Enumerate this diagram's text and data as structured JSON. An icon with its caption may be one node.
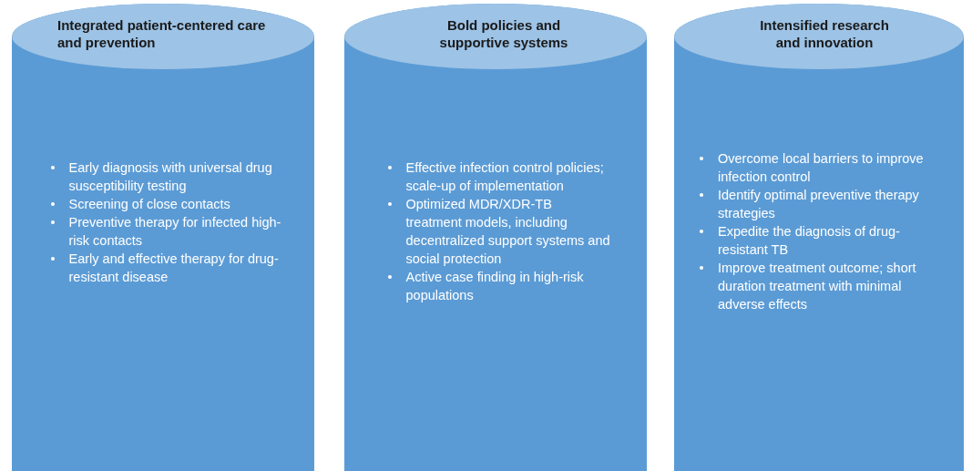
{
  "diagram": {
    "nodes": [
      {
        "text": [
          "Integrated patient-centered care and prevention",
          "Early diagnosis with universal drug susceptibility testing",
          "Screening of close contacts",
          "Preventive therapy for infected high-risk contacts",
          "Early and effective therapy for drug-resistant disease"
        ]
      },
      {
        "text": [
          "Bold policies and supportive systems",
          "Effective infection control policies; scale-up of implementation",
          "Optimized MDR/XDR-TB treatment models, including decentralized support systems and social protection",
          "Active case finding in high-risk populations"
        ]
      },
      {
        "text": [
          "Intensified research and innovation",
          "Overcome local barriers to improve infection control",
          "Identify optimal preventive therapy strategies",
          "Expedite the diagnosis of drug-resistant TB",
          "Improve treatment outcome; short duration treatment with minimal adverse effects"
        ]
      }
    ]
  }
}
